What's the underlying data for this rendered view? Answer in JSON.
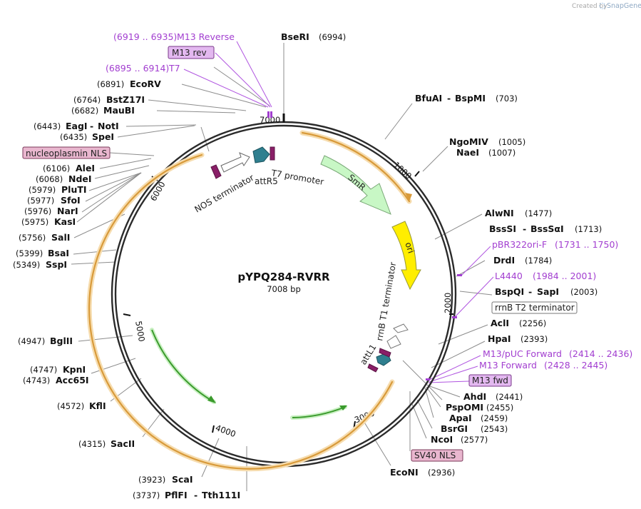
{
  "plasmid": {
    "name": "pYPQ284-RVRR",
    "length": "7008 bp"
  },
  "credit": {
    "text": "Created by",
    "brand": "SnapGene"
  },
  "ticks": [
    "1000",
    "2000",
    "3000",
    "4000",
    "5000",
    "6000",
    "7000"
  ],
  "sites": {
    "bseri": {
      "name": "BseRI",
      "pos": "(6994)"
    },
    "bfuai": {
      "name": "BfuAI",
      "sep": "-",
      "name2": "BspMI",
      "pos": "(703)"
    },
    "ngomiv": {
      "name": "NgoMIV",
      "pos": "(1005)"
    },
    "naei": {
      "name": "NaeI",
      "pos": "(1007)"
    },
    "alwni": {
      "name": "AlwNI",
      "pos": "(1477)"
    },
    "bsssi": {
      "name": "BssSI",
      "sep": "-",
      "name2": "BssSαI",
      "pos": "(1713)"
    },
    "drdi": {
      "name": "DrdI",
      "pos": "(1784)"
    },
    "bspqi": {
      "name": "BspQI",
      "sep": "-",
      "name2": "SapI",
      "pos": "(2003)"
    },
    "acli": {
      "name": "AclI",
      "pos": "(2256)"
    },
    "hpai": {
      "name": "HpaI",
      "pos": "(2393)"
    },
    "ahdi": {
      "name": "AhdI",
      "pos": "(2441)"
    },
    "pspomi": {
      "name": "PspOMI",
      "pos": "(2455)"
    },
    "apai": {
      "name": "ApaI",
      "pos": "(2459)"
    },
    "bsrgi": {
      "name": "BsrGI",
      "pos": "(2543)"
    },
    "ncoi": {
      "name": "NcoI",
      "pos": "(2577)"
    },
    "econi": {
      "name": "EcoNI",
      "pos": "(2936)"
    },
    "pflfi": {
      "name": "PflFI",
      "sep": "-",
      "name2": "Tth111I",
      "pos": "(3737)"
    },
    "scai": {
      "name": "ScaI",
      "pos": "(3923)"
    },
    "sacii": {
      "name": "SacII",
      "pos": "(4315)"
    },
    "kfli": {
      "name": "KflI",
      "pos": "(4572)"
    },
    "acc65i": {
      "name": "Acc65I",
      "pos": "(4743)"
    },
    "kpni": {
      "name": "KpnI",
      "pos": "(4747)"
    },
    "bglii": {
      "name": "BglII",
      "pos": "(4947)"
    },
    "sspi": {
      "name": "SspI",
      "pos": "(5349)"
    },
    "bsai": {
      "name": "BsaI",
      "pos": "(5399)"
    },
    "sali": {
      "name": "SalI",
      "pos": "(5756)"
    },
    "kasi": {
      "name": "KasI",
      "pos": "(5975)"
    },
    "nari": {
      "name": "NarI",
      "pos": "(5976)"
    },
    "sfoi": {
      "name": "SfoI",
      "pos": "(5977)"
    },
    "pluti": {
      "name": "PluTI",
      "pos": "(5979)"
    },
    "ndei": {
      "name": "NdeI",
      "pos": "(6068)"
    },
    "alei": {
      "name": "AleI",
      "pos": "(6106)"
    },
    "spei": {
      "name": "SpeI",
      "pos": "(6435)"
    },
    "eagi": {
      "name": "EagI",
      "sep": "-",
      "name2": "NotI",
      "pos": "(6443)"
    },
    "maubi": {
      "name": "MauBI",
      "pos": "(6682)"
    },
    "bstz17i": {
      "name": "BstZ17I",
      "pos": "(6764)"
    },
    "ecorv": {
      "name": "EcoRV",
      "pos": "(6891)"
    }
  },
  "primers": {
    "m13reverse": {
      "range": "(6919 .. 6935)",
      "name": "M13 Reverse"
    },
    "t7": {
      "range": "(6895 .. 6914)",
      "name": "T7"
    },
    "pbr322": {
      "name": "pBR322ori-F",
      "range": "(1731 .. 1750)"
    },
    "l4440": {
      "name": "L4440",
      "range": "(1984 .. 2001)"
    },
    "m13puc": {
      "name": "M13/pUC Forward",
      "range": "(2414 .. 2436)"
    },
    "m13forward": {
      "name": "M13 Forward",
      "range": "(2428 .. 2445)"
    }
  },
  "boxes": {
    "m13rev": "M13 rev",
    "nucleoplasmin": "nucleoplasmin NLS",
    "rrnbt2": "rrnB T2 terminator",
    "m13fwd": "M13 fwd",
    "sv40": "SV40 NLS"
  },
  "features": {
    "nos": "NOS terminator",
    "attr5": "attR5",
    "t7promoter": "T7 promoter",
    "smr": "SmR",
    "ori": "ori",
    "rrnbt1": "rrnB T1 terminator",
    "attl1": "attL1"
  },
  "colors": {
    "backbone": "#2b2b2b",
    "smr": "#c8f7c5",
    "ori": "#ffee00",
    "orf": "#d89a3a",
    "orf_glow": "#f6dcae",
    "green_arrow": "#3a9a2c",
    "attr": "#2f7f8f",
    "purple": "#8a1f68",
    "primer": "#a23ed0",
    "box_pink": "#e9b7cf",
    "box_purple": "#e3b8f0"
  }
}
